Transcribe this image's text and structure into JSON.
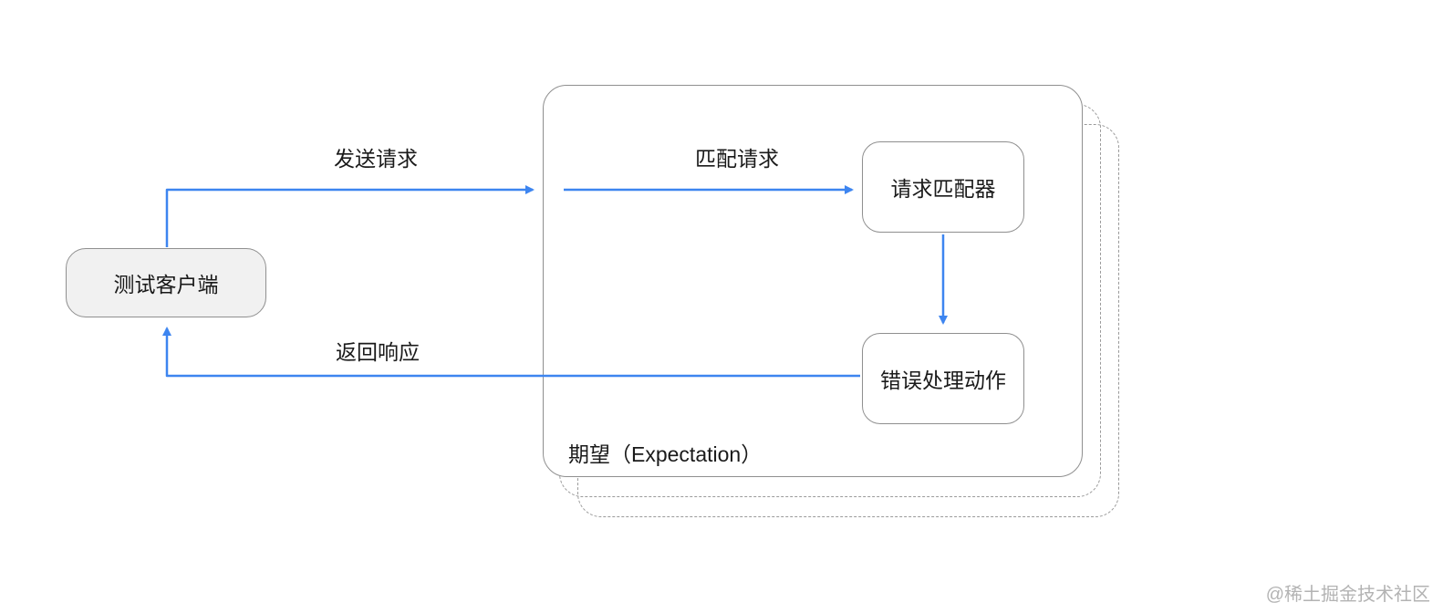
{
  "diagram": {
    "nodes": {
      "test_client": "测试客户端",
      "request_matcher": "请求匹配器",
      "error_action": "错误处理动作"
    },
    "edge_labels": {
      "send_request": "发送请求",
      "match_request": "匹配请求",
      "return_response": "返回响应"
    },
    "container_label": "期望（Expectation）",
    "colors": {
      "arrow": "#3d85f0",
      "node_border": "#8f8f8f",
      "test_client_fill": "#f1f1f1"
    },
    "watermark": "@稀土掘金技术社区"
  }
}
